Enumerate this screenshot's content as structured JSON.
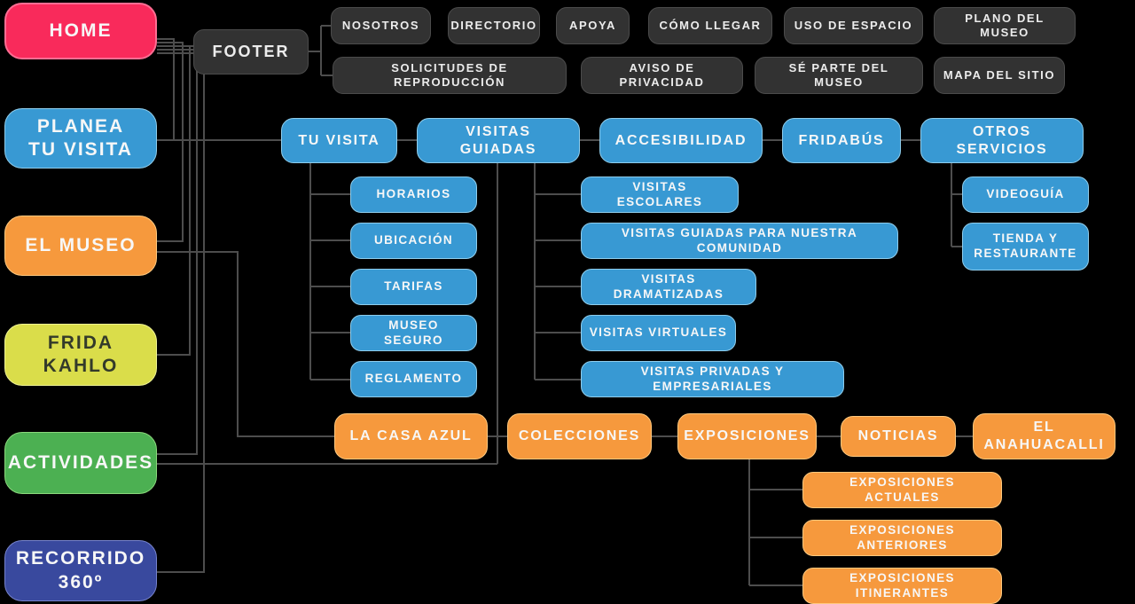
{
  "colors": {
    "background": "#000000",
    "pink": "#f92a5b",
    "blue": "#3899d3",
    "orange": "#f6993d",
    "yellow": "#dadd4a",
    "green": "#4cb052",
    "navy": "#39499e",
    "dark_gray": "#323232",
    "connector": "#4d4d4d"
  },
  "main_nav": [
    {
      "id": "home",
      "label": "HOME"
    },
    {
      "id": "planea-tu-visita",
      "label": "PLANEA\nTU VISITA"
    },
    {
      "id": "el-museo",
      "label": "EL MUSEO"
    },
    {
      "id": "frida-kahlo",
      "label": "FRIDA\nKAHLO"
    },
    {
      "id": "actividades",
      "label": "ACTIVIDADES"
    },
    {
      "id": "recorrido-360",
      "label": "RECORRIDO\n360º"
    }
  ],
  "footer": {
    "label": "FOOTER",
    "row1": [
      "NOSOTROS",
      "DIRECTORIO",
      "APOYA",
      "CÓMO LLEGAR",
      "USO DE ESPACIO",
      "PLANO DEL MUSEO"
    ],
    "row2": [
      "SOLICITUDES DE REPRODUCCIÓN",
      "AVISO DE PRIVACIDAD",
      "SÉ PARTE DEL MUSEO",
      "MAPA DEL SITIO"
    ]
  },
  "visita": {
    "pages": [
      "TU VISITA",
      "VISITAS GUIADAS",
      "ACCESIBILIDAD",
      "FRIDABÚS",
      "OTROS SERVICIOS"
    ],
    "tu_visita_children": [
      "HORARIOS",
      "UBICACIÓN",
      "TARIFAS",
      "MUSEO SEGURO",
      "REGLAMENTO"
    ],
    "visitas_guiadas_children": [
      "VISITAS ESCOLARES",
      "VISITAS GUIADAS PARA NUESTRA COMUNIDAD",
      "VISITAS DRAMATIZADAS",
      "VISITAS VIRTUALES",
      "VISITAS PRIVADAS Y EMPRESARIALES"
    ],
    "otros_servicios_children": [
      "VIDEOGUÍA",
      "TIENDA Y\nRESTAURANTE"
    ]
  },
  "museo": {
    "pages": [
      "LA CASA AZUL",
      "COLECCIONES",
      "EXPOSICIONES",
      "NOTICIAS",
      "EL ANAHUACALLI"
    ],
    "exposiciones_children": [
      "EXPOSICIONES ACTUALES",
      "EXPOSICIONES ANTERIORES",
      "EXPOSICIONES ITINERANTES"
    ]
  }
}
